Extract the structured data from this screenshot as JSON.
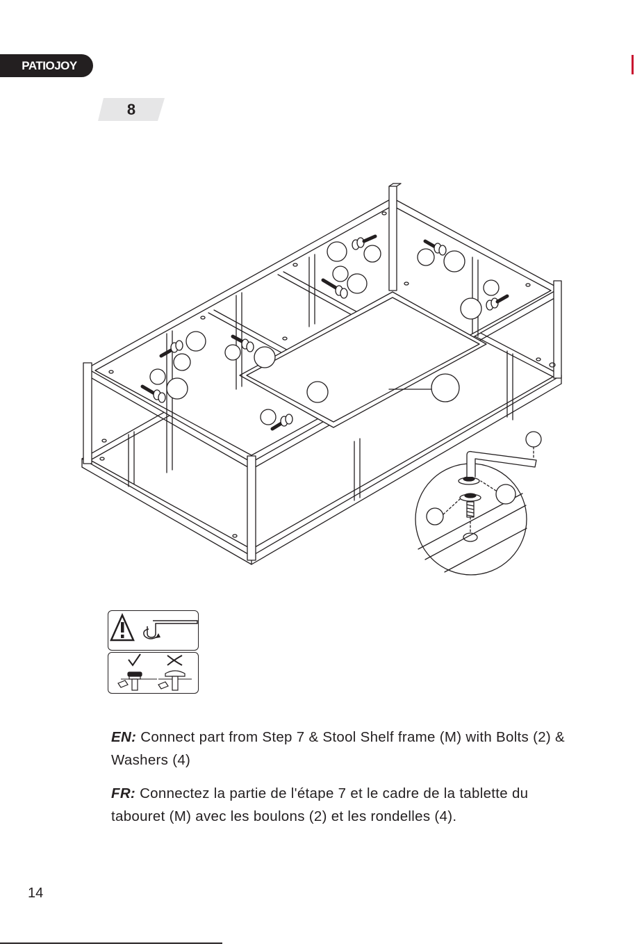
{
  "brand": {
    "logo_text": "PATIOJOY"
  },
  "step": {
    "number": "8"
  },
  "icons": {
    "warning": "warning-triangle-icon",
    "tool": "hex-key-rotate-icon",
    "correct": "check-mark-icon",
    "incorrect": "cross-mark-icon"
  },
  "instructions": {
    "en": {
      "label": "EN:",
      "text": "Connect part from Step 7 & Stool Shelf frame (M) with Bolts (2) & Washers (4)"
    },
    "fr": {
      "label": "FR:",
      "text": "Connectez la partie de l'étape 7 et le cadre de la tablette du tabouret (M) avec les boulons (2) et les rondelles (4)."
    }
  },
  "page": {
    "number": "14"
  },
  "colors": {
    "ink": "#231f20",
    "paper": "#ffffff",
    "accent": "#c8102e"
  }
}
